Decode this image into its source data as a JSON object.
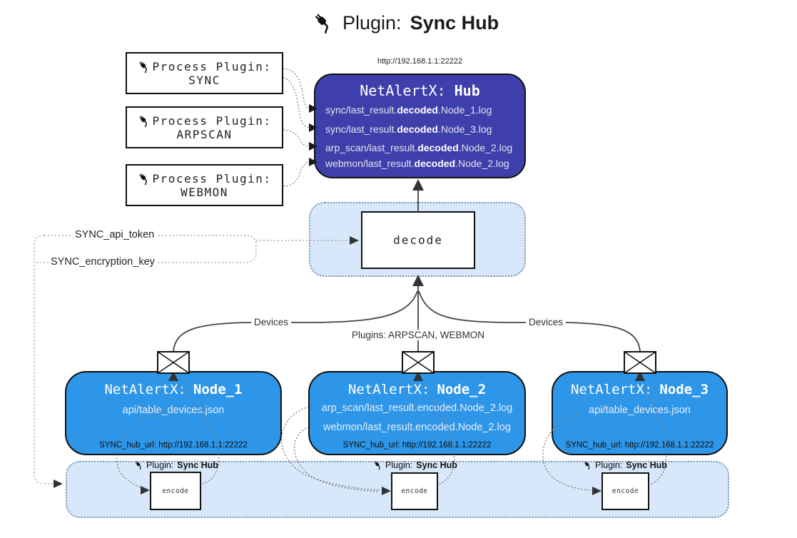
{
  "title": {
    "prefix": "Plugin:",
    "name": "Sync Hub"
  },
  "hub": {
    "url": "http://192.168.1.1:22222",
    "title_prefix": "NetAlertX:",
    "title_name": "Hub",
    "logs": [
      {
        "pre": "sync/last_result.",
        "bold": "decoded",
        "post": ".Node_1.log"
      },
      {
        "pre": "sync/last_result.",
        "bold": "decoded",
        "post": ".Node_3.log"
      },
      {
        "pre": "arp_scan/last_result.",
        "bold": "decoded",
        "post": ".Node_2.log"
      },
      {
        "pre": "webmon/last_result.",
        "bold": "decoded",
        "post": ".Node_2.log"
      }
    ]
  },
  "process_plugins": [
    {
      "label": "Process Plugin:",
      "name": "SYNC"
    },
    {
      "label": "Process Plugin:",
      "name": "ARPSCAN"
    },
    {
      "label": "Process Plugin:",
      "name": "WEBMON"
    }
  ],
  "decode": {
    "label": "decode"
  },
  "tokens": {
    "api_token": "SYNC_api_token",
    "encryption_key": "SYNC_encryption_key"
  },
  "edges": {
    "left": "Devices",
    "middle": "Plugins: ARPSCAN, WEBMON",
    "right": "Devices"
  },
  "nodes": [
    {
      "title_prefix": "NetAlertX:",
      "title_name": "Node_1",
      "files": [
        "api/table_devices.json"
      ],
      "hub_url": "SYNC_hub_url: http://192.168.1.1:22222"
    },
    {
      "title_prefix": "NetAlertX:",
      "title_name": "Node_2",
      "files": [
        "arp_scan/last_result.encoded.Node_2.log",
        "webmon/last_result.encoded.Node_2.log"
      ],
      "hub_url": "SYNC_hub_url: http://192.168.1.1:22222"
    },
    {
      "title_prefix": "NetAlertX:",
      "title_name": "Node_3",
      "files": [
        "api/table_devices.json"
      ],
      "hub_url": "SYNC_hub_url: http://192.168.1.1:22222"
    }
  ],
  "encoders": [
    {
      "label": "Plugin:",
      "name": "Sync Hub",
      "box": "encode"
    },
    {
      "label": "Plugin:",
      "name": "Sync Hub",
      "box": "encode"
    },
    {
      "label": "Plugin:",
      "name": "Sync Hub",
      "box": "encode"
    }
  ],
  "colors": {
    "hub-fill": "#3f3fab",
    "node-fill": "#2e96e8",
    "band-fill": "#d6e8f9",
    "band-border": "#7e95aa",
    "line": "#444444",
    "dotted": "#888888",
    "arrow": "#333333",
    "text-dark": "#1a1a1a",
    "text-light": "#f0f0f5"
  }
}
